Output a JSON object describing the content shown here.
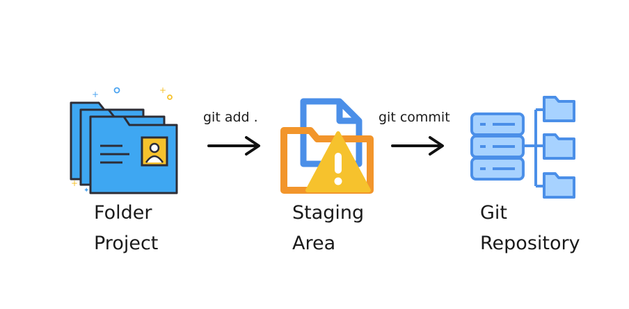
{
  "stages": [
    {
      "icon": "folder-project-icon",
      "line1": "Folder",
      "line2": "Project"
    },
    {
      "icon": "staging-area-icon",
      "line1": "Staging",
      "line2": "Area"
    },
    {
      "icon": "git-repository-icon",
      "line1": "Git",
      "line2": "Repository"
    }
  ],
  "commands": [
    {
      "label": "git add ."
    },
    {
      "label": "git commit"
    }
  ],
  "colors": {
    "blue": "#3ea7f2",
    "light_blue": "#a7d2ff",
    "outline": "#2d2d36",
    "yellow": "#f6c22d",
    "orange": "#f2952b",
    "mid_blue": "#4b8fe8"
  }
}
